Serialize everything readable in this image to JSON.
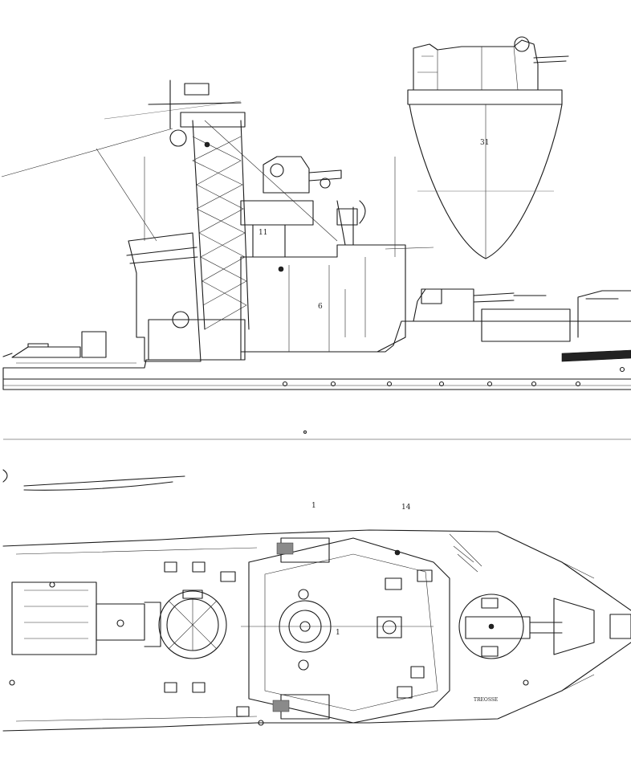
{
  "drawing": {
    "views": [
      "side-profile",
      "bow-cross-section",
      "plan-view"
    ],
    "labels": {
      "section_number": "31",
      "mast_mark_a": "11",
      "mast_mark_b": "6",
      "plan_mark_a": "1",
      "plan_mark_b": "14",
      "plan_mark_c": "1",
      "plan_note": "TREOSSE"
    },
    "colors": {
      "ink": "#1a1a1a",
      "background": "#ffffff",
      "shade": "#8a8a8a"
    }
  }
}
